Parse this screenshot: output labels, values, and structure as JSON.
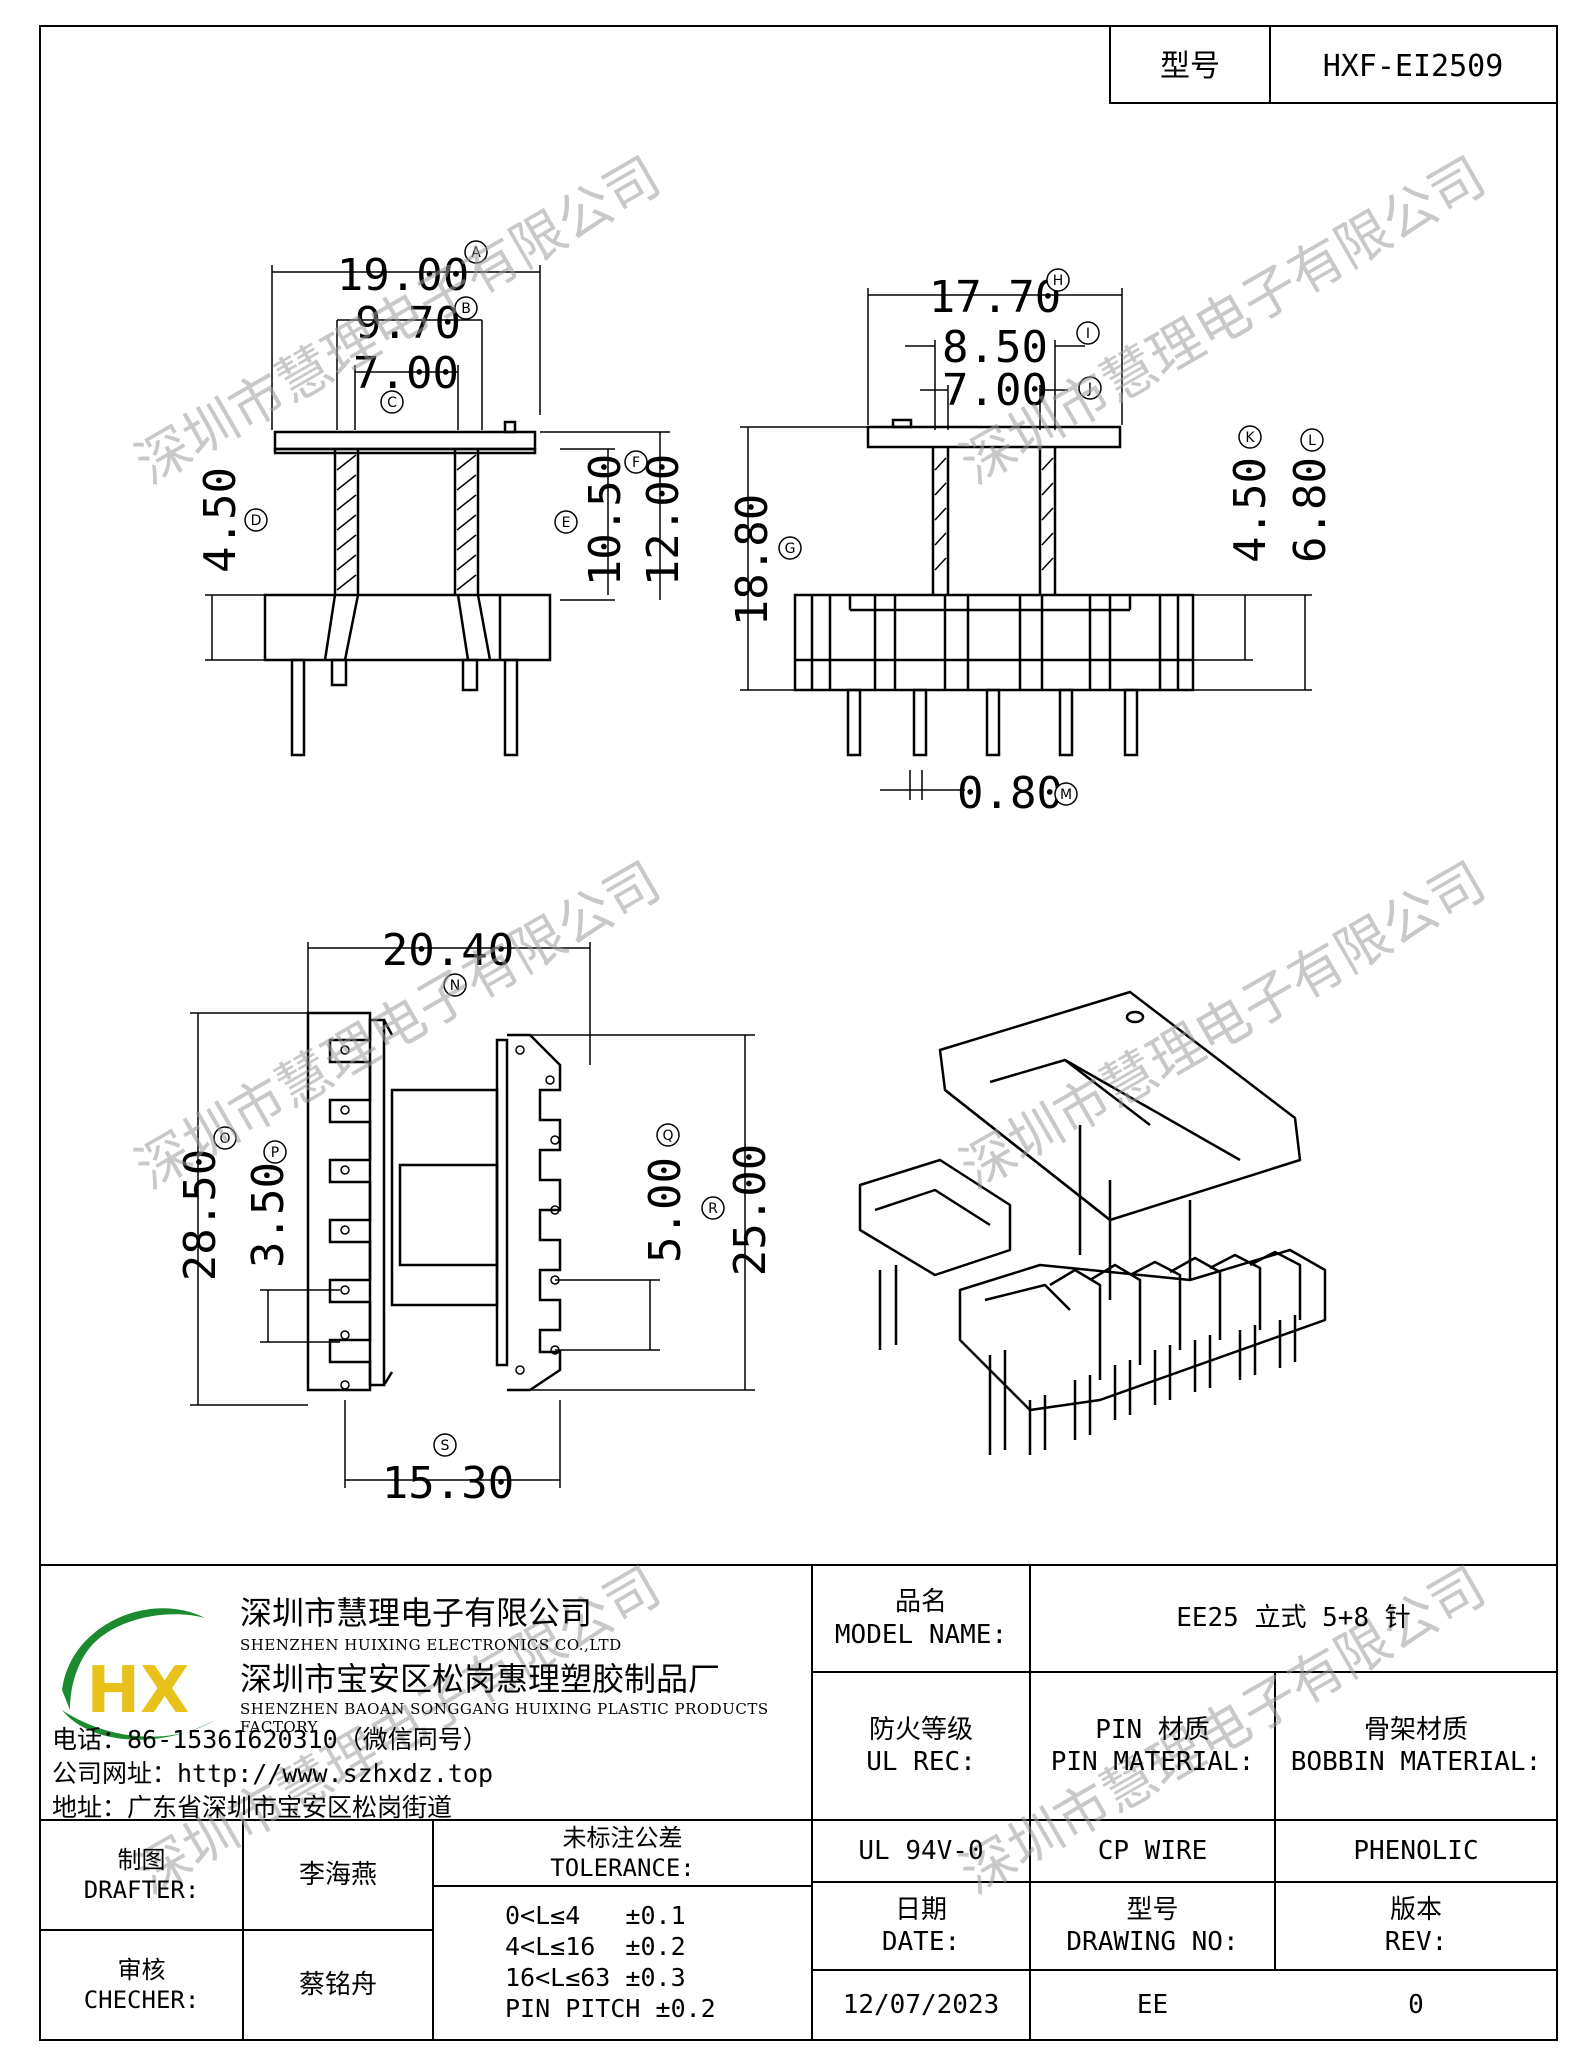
{
  "header": {
    "model_label": "型号",
    "model_value": "HXF-EI2509"
  },
  "watermark": "深圳市慧理电子有限公司",
  "dimensions": {
    "front": [
      "19.00",
      "9.70",
      "7.00",
      "4.50",
      "10.50",
      "12.00"
    ],
    "side": [
      "17.70",
      "8.50",
      "7.00",
      "18.80",
      "4.50",
      "6.80",
      "0.80"
    ],
    "bottom": [
      "20.40",
      "28.50",
      "3.50",
      "5.00",
      "25.00",
      "15.30"
    ],
    "markers": [
      "A",
      "B",
      "C",
      "D",
      "E",
      "F",
      "G",
      "H",
      "I",
      "J",
      "K",
      "L",
      "M",
      "N",
      "O",
      "P",
      "Q",
      "R",
      "S"
    ]
  },
  "company": {
    "name_cn": "深圳市慧理电子有限公司",
    "name_en": "SHENZHEN HUIXING ELECTRONICS CO.,LTD",
    "factory_cn": "深圳市宝安区松岗惠理塑胶制品厂",
    "factory_en": "SHENZHEN BAOAN SONGGANG HUIXING PLASTIC PRODUCTS FACTORY",
    "phone": "电话：86-15361620310（微信同号）",
    "website": "公司网址：http://www.szhxdz.top",
    "address": "地址：广东省深圳市宝安区松岗街道",
    "logo_text": "HX"
  },
  "title_block": {
    "model_name_label_cn": "品名",
    "model_name_label_en": "MODEL NAME:",
    "model_name_value": "EE25 立式 5+8 针",
    "ul_label_cn": "防火等级",
    "ul_label_en": "UL REC:",
    "pin_label_cn": "PIN 材质",
    "pin_label_en": "PIN MATERIAL:",
    "bobbin_label_cn": "骨架材质",
    "bobbin_label_en": "BOBBIN MATERIAL:",
    "ul_value": "UL 94V-0",
    "pin_value": "CP WIRE",
    "bobbin_value": "PHENOLIC",
    "drafter_label_cn": "制图",
    "drafter_label_en": "DRAFTER:",
    "drafter_value": "李海燕",
    "checker_label_cn": "审核",
    "checker_label_en": "CHECHER:",
    "checker_value": "蔡铭舟",
    "tolerance_label_cn": "未标注公差",
    "tolerance_label_en": "TOLERANCE:",
    "tolerance_lines": [
      "0<L≤4   ±0.1",
      "4<L≤16  ±0.2",
      "16<L≤63 ±0.3",
      "PIN PITCH ±0.2"
    ],
    "date_label_cn": "日期",
    "date_label_en": "DATE:",
    "date_value": "12/07/2023",
    "drawing_label_cn": "型号",
    "drawing_label_en": "DRAWING NO:",
    "drawing_value": "EE",
    "rev_label_cn": "版本",
    "rev_label_en": "REV:",
    "rev_value": "0"
  }
}
